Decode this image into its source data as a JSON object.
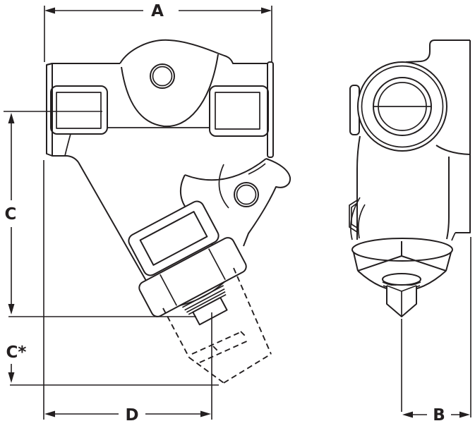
{
  "drawing": {
    "type": "engineering-dimension-diagram",
    "subject": "y-strainer-two-view-drawing",
    "colors": {
      "line": "#231f20",
      "background": "#ffffff"
    },
    "views": {
      "front": "front-view",
      "side": "side-view"
    },
    "dimensions": {
      "a": {
        "label": "A",
        "orientation": "horizontal"
      },
      "b": {
        "label": "B",
        "orientation": "horizontal"
      },
      "c": {
        "label": "C",
        "orientation": "vertical"
      },
      "c_star": {
        "label": "C*",
        "orientation": "vertical"
      },
      "d": {
        "label": "D",
        "orientation": "horizontal"
      }
    }
  }
}
